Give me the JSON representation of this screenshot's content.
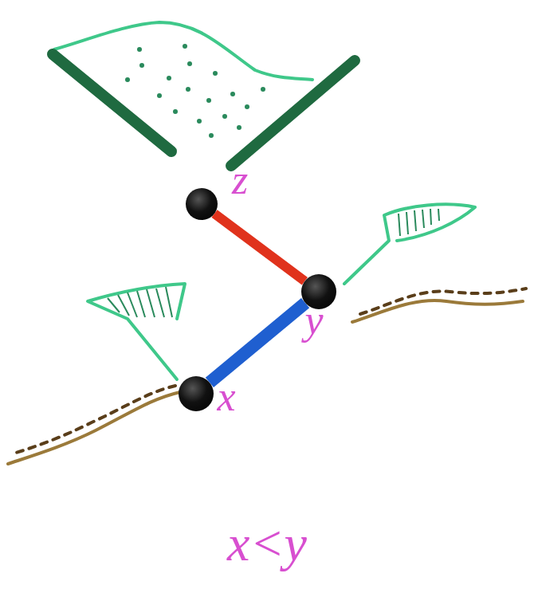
{
  "diagram": {
    "nodes": [
      {
        "text": [
          "z"
        ]
      },
      {
        "text": [
          "y"
        ]
      },
      {
        "text": [
          "x"
        ]
      }
    ],
    "edges": [
      {
        "from": 0,
        "to": 1,
        "arrow": "none"
      },
      {
        "from": 1,
        "to": 2,
        "arrow": "none"
      }
    ],
    "labels": [
      "x<y"
    ]
  }
}
